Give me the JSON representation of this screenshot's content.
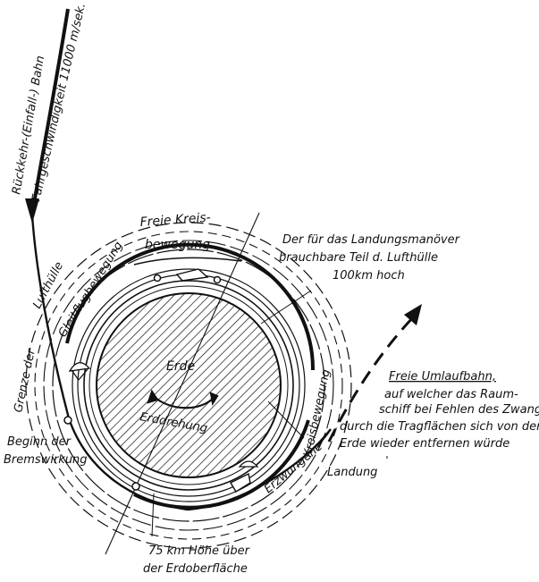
{
  "labels": {
    "return_path": "Rückkehr-(Einfall-) Bahn",
    "speed": "Fahrgeschwindigkeit 11000 m/sek.",
    "free_circle_1": "Freie Kreis-",
    "free_circle_2": "bewegung",
    "usable_atmo_1": "Der für das Landungsmanöver",
    "usable_atmo_2": "brauchbare Teil d. Lufthülle",
    "usable_atmo_3": "100km hoch",
    "lufthuelle": "Lufthülle",
    "gleitflug": "Gleitflugbewegung",
    "grenze": "Grenze der",
    "erde": "Erde",
    "erddrehung": "Erddrehung",
    "free_orbit_1": "Freie Umlaufbahn,",
    "free_orbit_2": "auf welcher das Raum-",
    "free_orbit_3": "schiff bei Fehlen des Zwanges",
    "free_orbit_4": "durch die Tragflächen sich von der",
    "free_orbit_5": "Erde wieder entfernen würde",
    "beginn_1": "Beginn der",
    "beginn_2": "Bremswirkung",
    "kreisbewegung": "Kreisbewegung",
    "erzwungene": "Erzwungene",
    "landung": "Landung",
    "height_1": "75 km Höhe über",
    "height_2": "der Erdoberfläche"
  },
  "colors": {
    "ink": "#111111",
    "paper": "#ffffff"
  },
  "icons": [
    "parachute-icon",
    "spaceship-icon"
  ]
}
